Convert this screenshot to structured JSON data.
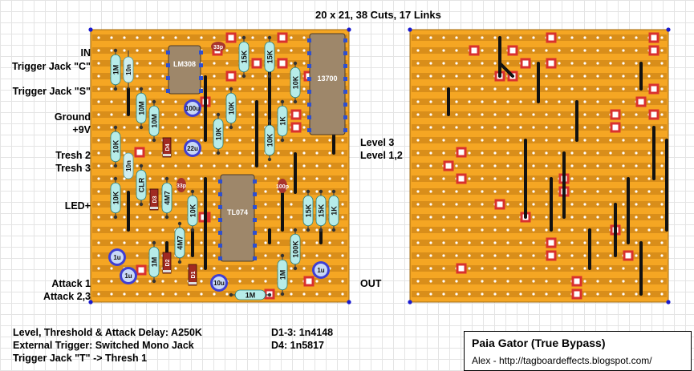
{
  "header": {
    "dims": "20 x 21, 38 Cuts, 17 Links"
  },
  "left_labels": [
    {
      "text": "IN"
    },
    {
      "text": "Trigger Jack \"C\""
    },
    {
      "text": "Trigger Jack \"S\""
    },
    {
      "text": "Ground"
    },
    {
      "text": "+9V"
    },
    {
      "text": "Tresh 2"
    },
    {
      "text": "Tresh 3"
    },
    {
      "text": "LED+"
    },
    {
      "text": "Attack 1"
    },
    {
      "text": "Attack 2,3"
    }
  ],
  "right_labels": [
    {
      "text": "Level 3"
    },
    {
      "text": "Level 1,2"
    },
    {
      "text": "OUT"
    }
  ],
  "component_labels": {
    "r1m_a": "1M",
    "c10n_a": "10n",
    "lm308": "LM308",
    "c33p_a": "33p",
    "r15k_a": "15K",
    "r15k_b": "15K",
    "ic13700": "13700",
    "r10m_a": "10M",
    "r10m_b": "10M",
    "c100u": "100u",
    "r10k_a": "10K",
    "r10k_b": "10K",
    "r1k_a": "1K",
    "r10k_c": "10K",
    "c22u": "22u",
    "r10k_d": "10K",
    "r10k_e": "10K",
    "d4": "D4",
    "c10n_b": "10n",
    "clr": "CLR",
    "r4m7_a": "4M7",
    "d3": "D3",
    "c33p_b": "33p",
    "tl074": "TL074",
    "c100p": "100p",
    "r15k_c": "15K",
    "r15k_d": "15K",
    "r1k_b": "1K",
    "r10k_f": "10K",
    "r4m7_b": "4M7",
    "r100k": "100K",
    "c1u_a": "1u",
    "c1u_b": "1u",
    "c1u_c": "1u",
    "r1m_b": "1M",
    "d2": "D2",
    "d1": "D1",
    "c10u": "10u",
    "r1m_c": "1M",
    "r1m_d": "1M"
  },
  "notes": {
    "left": [
      "Level, Threshold & Attack Delay: A250K",
      "External Trigger: Switched Mono Jack",
      "Trigger Jack \"T\" -> Thresh 1"
    ],
    "right": [
      "D1-3: 1n4148",
      "D4: 1n5817"
    ]
  },
  "title": {
    "name": "Paia Gator (True Bypass)",
    "credit": "Alex - http://tagboardeffects.blogspot.com/"
  },
  "colors": {
    "board": "#f5a623",
    "strip": "#d98e1a",
    "resistor": "#b7ece9",
    "ic": "#9e876a",
    "cut": "#d9302e",
    "cap_blue": "#3f3fd2",
    "cap_red": "#a8342d"
  }
}
